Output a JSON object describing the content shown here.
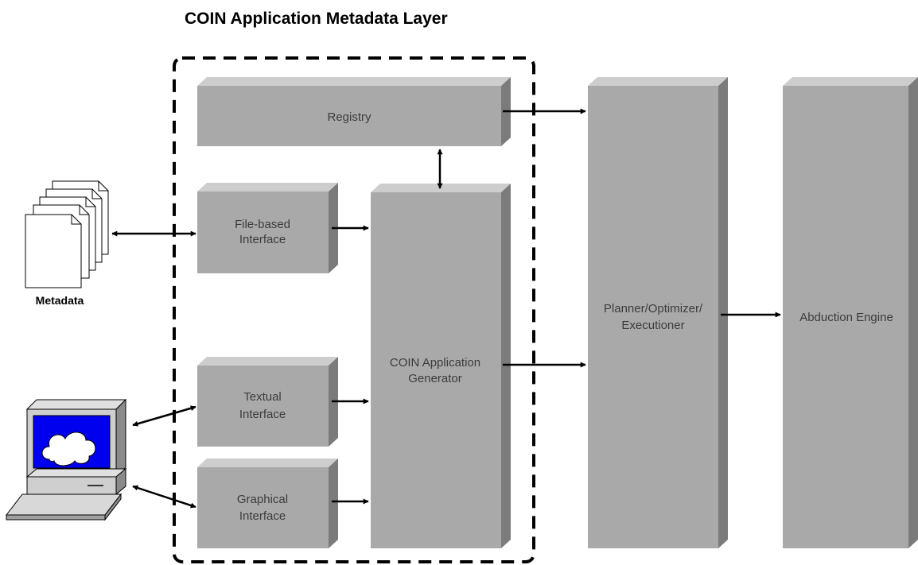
{
  "title": "COIN Application Metadata Layer",
  "colors": {
    "box_front": "#a9a9a9",
    "box_top": "#cdcdcd",
    "box_side": "#7b7b7b",
    "screen": "#0000ee",
    "arrow": "#000000"
  },
  "boxes": {
    "registry": {
      "line1": "Registry"
    },
    "file_interface": {
      "line1": "File-based",
      "line2": "Interface"
    },
    "textual_interface": {
      "line1": "Textual",
      "line2": "Interface"
    },
    "graphical_interface": {
      "line1": "Graphical",
      "line2": "Interface"
    },
    "app_generator": {
      "line1": "COIN Application",
      "line2": "Generator"
    },
    "planner": {
      "line1": "Planner/Optimizer/",
      "line2": "Executioner"
    },
    "abduction": {
      "line1": "Abduction Engine"
    }
  },
  "metadata_label": "Metadata",
  "icons": {
    "documents": "document-stack-icon",
    "computer": "computer-icon"
  }
}
